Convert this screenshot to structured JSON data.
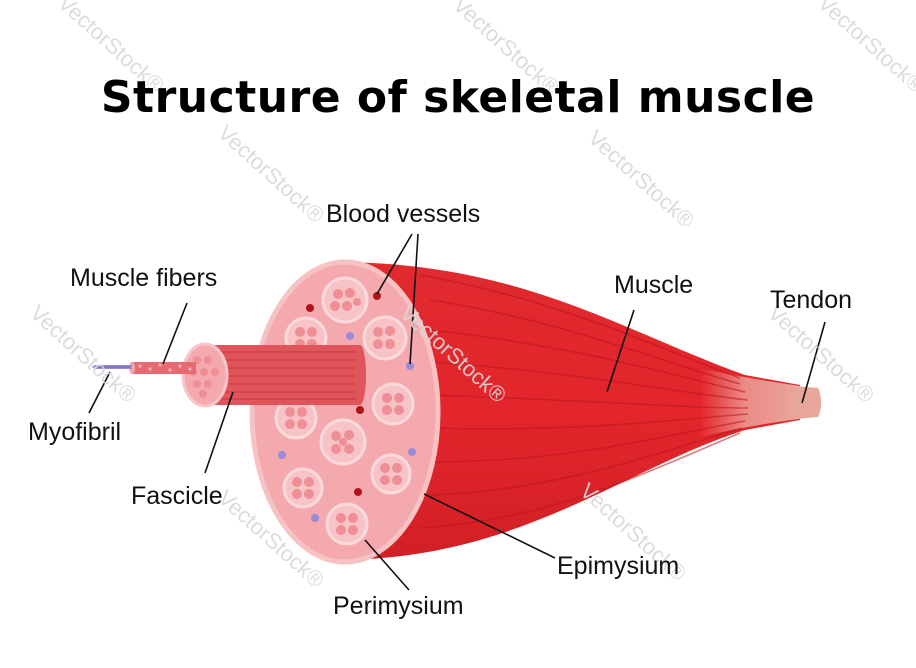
{
  "title": "Structure of skeletal muscle",
  "labels": {
    "blood_vessels": "Blood vessels",
    "muscle_fibers": "Muscle fibers",
    "muscle": "Muscle",
    "tendon": "Tendon",
    "myofibril": "Myofibril",
    "fascicle": "Fascicle",
    "epimysium": "Epimysium",
    "perimysium": "Perimysium"
  },
  "watermark": "VectorStock®",
  "colors": {
    "muscle_red": "#e3262b",
    "muscle_dark": "#c91d22",
    "section_pink": "#f3a9ad",
    "fascicle_pink": "#f7c3c6",
    "fiber_pink": "#ef8e94",
    "tendon": "#e9a79b",
    "blood_red": "#b01419",
    "blood_purple": "#9b8ad8"
  }
}
